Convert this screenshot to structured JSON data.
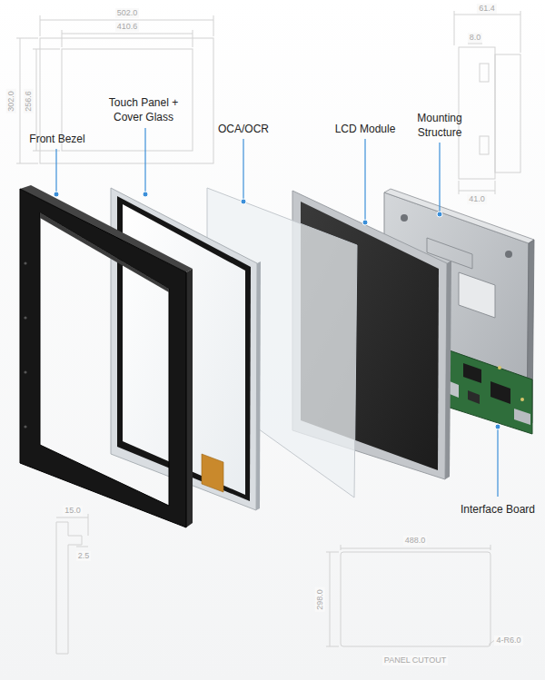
{
  "diagram": {
    "labels": [
      "Front Bezel",
      "Touch Panel + Cover Glass",
      "OCA/OCR",
      "LCD Module",
      "Mounting Structure",
      "Interface Board",
      "502.0",
      "410.6",
      "302.0",
      "256.6",
      "61.4",
      "8.0",
      "41.0",
      "15.0",
      "2.5",
      "488.0",
      "298.0",
      "4-R6.0",
      "PANEL CUTOUT"
    ]
  }
}
